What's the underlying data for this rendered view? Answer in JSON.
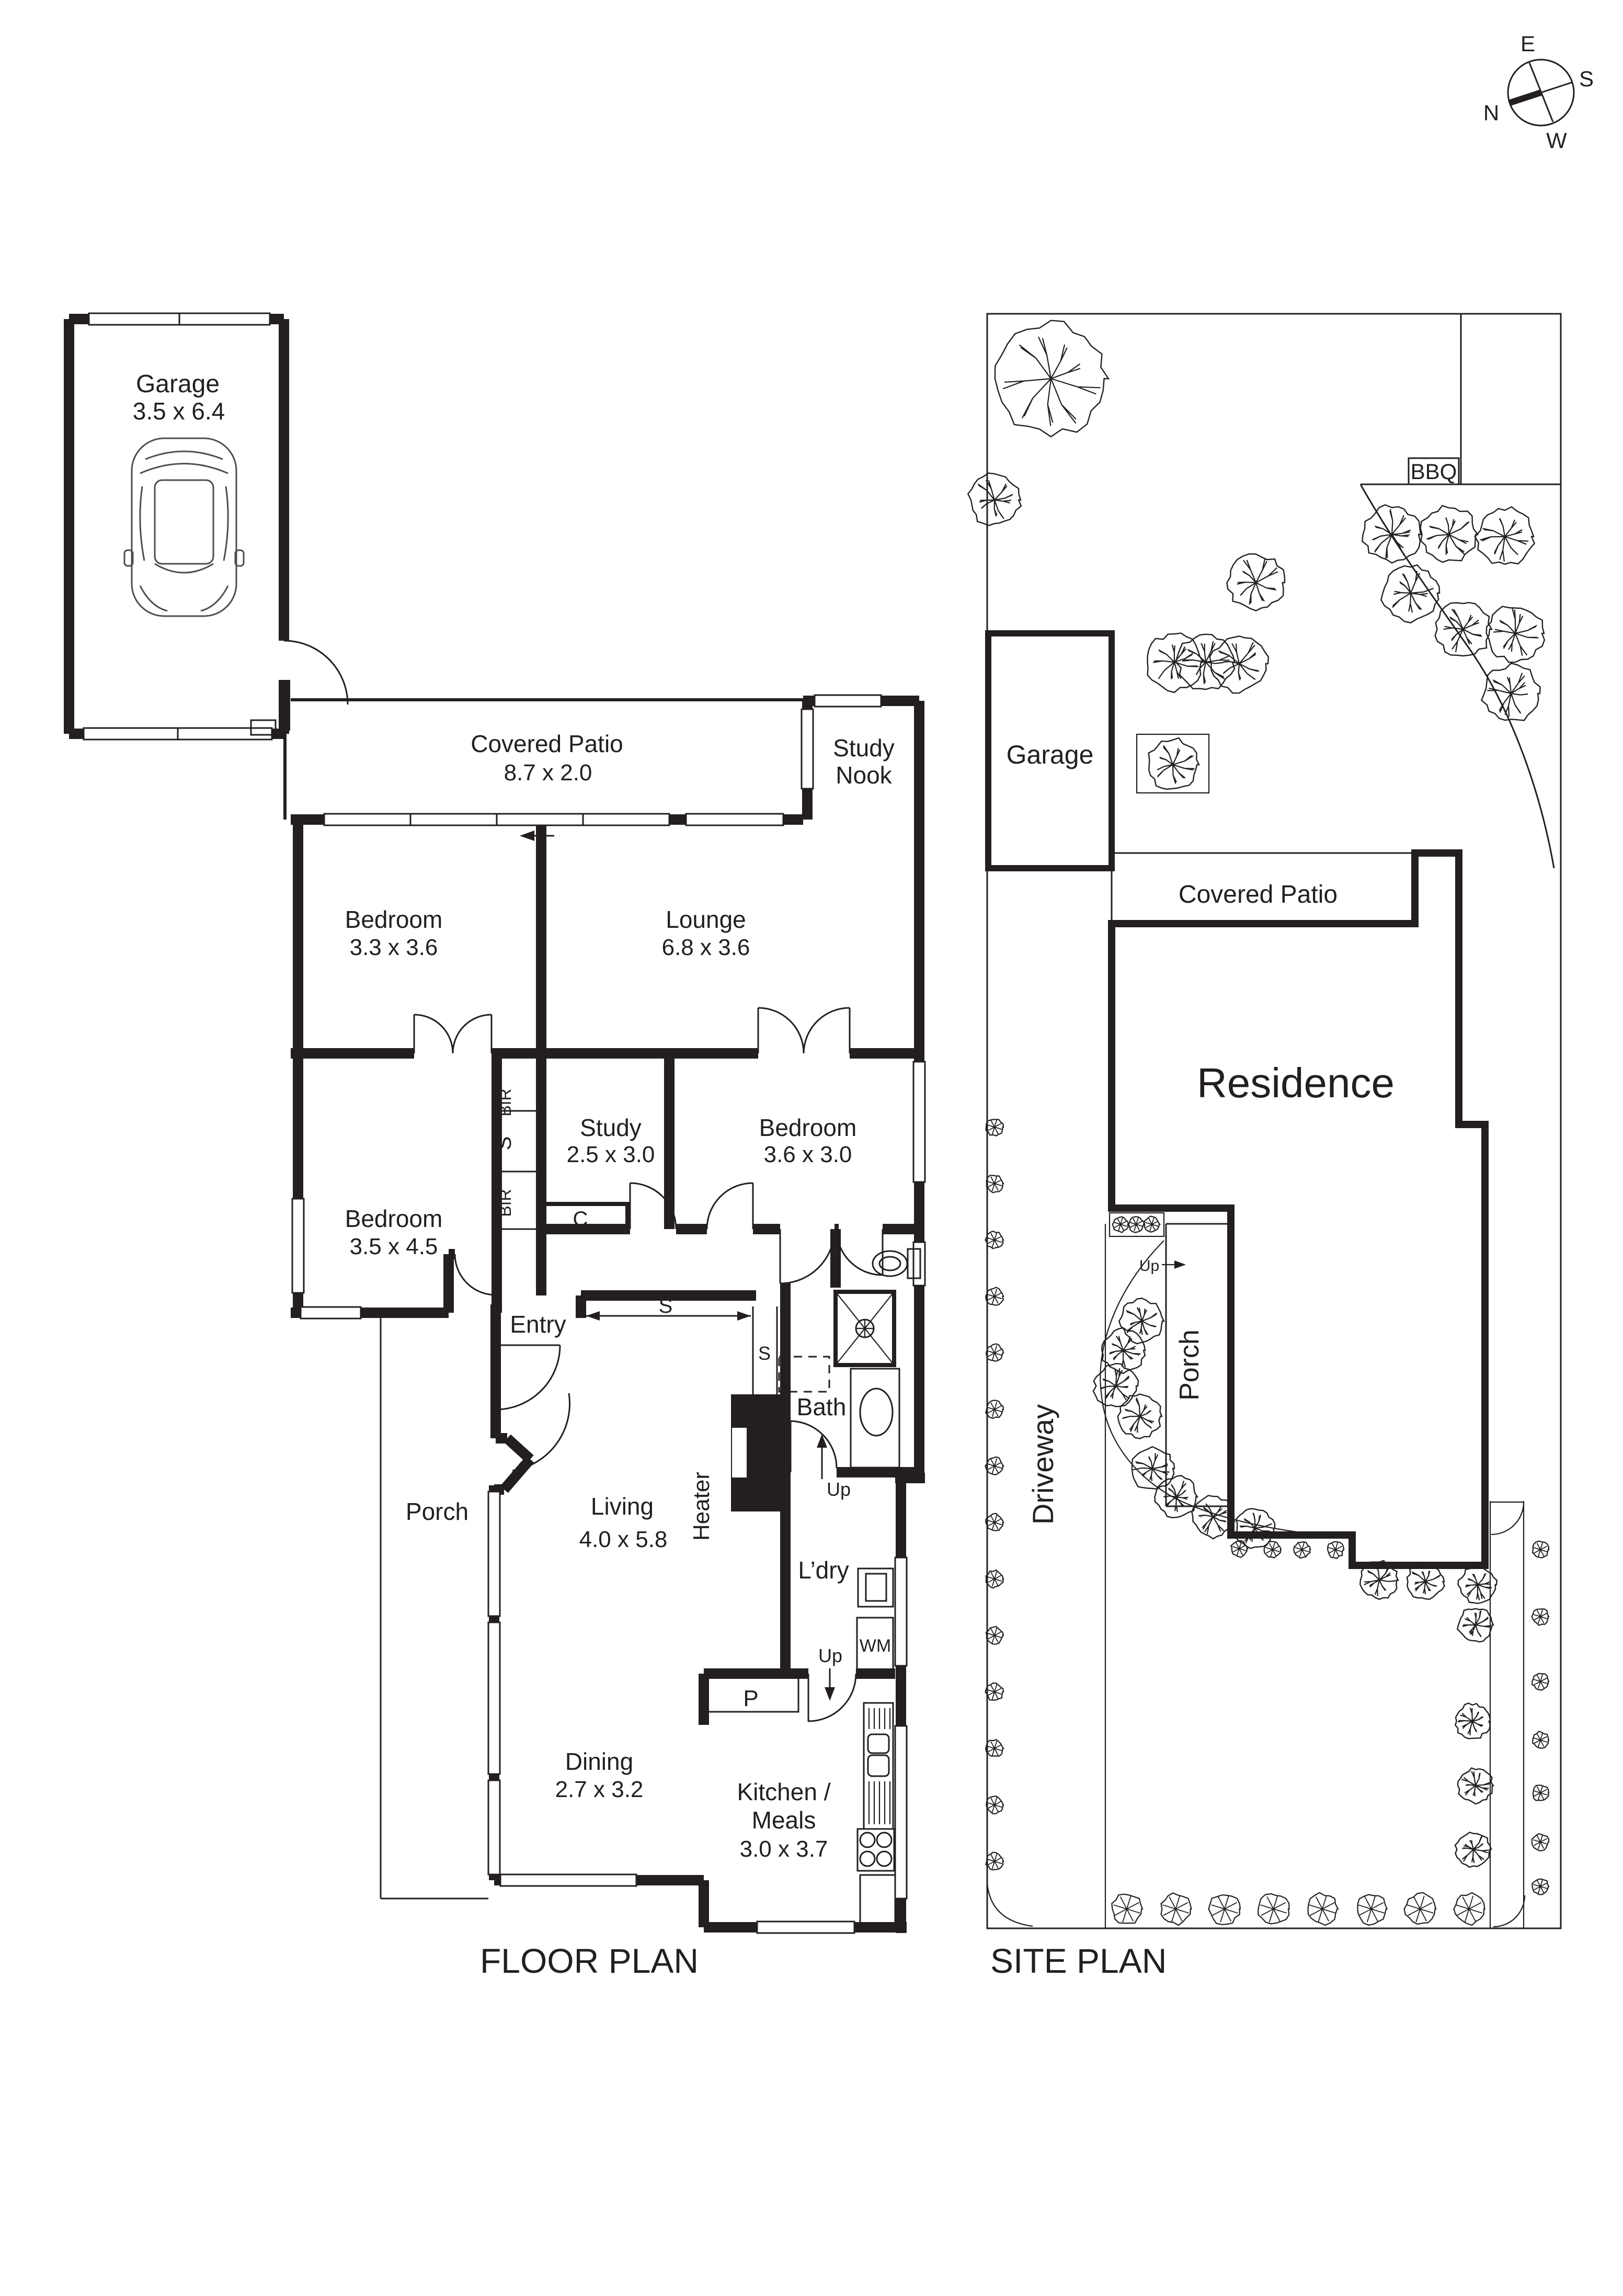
{
  "colors": {
    "ink": "#231f20",
    "paper": "#ffffff"
  },
  "compass": {
    "n": "N",
    "e": "E",
    "s": "S",
    "w": "W"
  },
  "titles": {
    "floor_plan": "FLOOR PLAN",
    "site_plan": "SITE PLAN"
  },
  "floor_plan": {
    "garage": {
      "name": "Garage",
      "dim": "3.5 x 6.4"
    },
    "covered_patio": {
      "name": "Covered Patio",
      "dim": "8.7 x 2.0"
    },
    "study_nook": {
      "line1": "Study",
      "line2": "Nook"
    },
    "bedroom1": {
      "name": "Bedroom",
      "dim": "3.3 x 3.6"
    },
    "lounge": {
      "name": "Lounge",
      "dim": "6.8 x 3.6"
    },
    "bedroom2": {
      "name": "Bedroom",
      "dim": "3.5 x 4.5"
    },
    "study": {
      "name": "Study",
      "dim": "2.5 x 3.0"
    },
    "bedroom3": {
      "name": "Bedroom",
      "dim": "3.6 x 3.0"
    },
    "entry": "Entry",
    "bath": "Bath",
    "heater": "Heater",
    "living": {
      "name": "Living",
      "dim": "4.0 x 5.8"
    },
    "porch": "Porch",
    "laundry": "L’dry",
    "dining": {
      "name": "Dining",
      "dim": "2.7 x 3.2"
    },
    "kitchen": {
      "line1": "Kitchen /",
      "line2": "Meals",
      "dim": "3.0 x 3.7"
    },
    "closets": {
      "bir": "BIR",
      "s": "S",
      "c": "C",
      "p": "P",
      "wm": "WM"
    },
    "up": "Up"
  },
  "site_plan": {
    "garage": "Garage",
    "covered_patio": "Covered Patio",
    "residence": "Residence",
    "porch": "Porch",
    "driveway": "Driveway",
    "bbq": "BBQ",
    "up": "Up",
    "symbols": {
      "tree": "tree-canopy-icon",
      "shrub": "shrub-icon"
    }
  }
}
